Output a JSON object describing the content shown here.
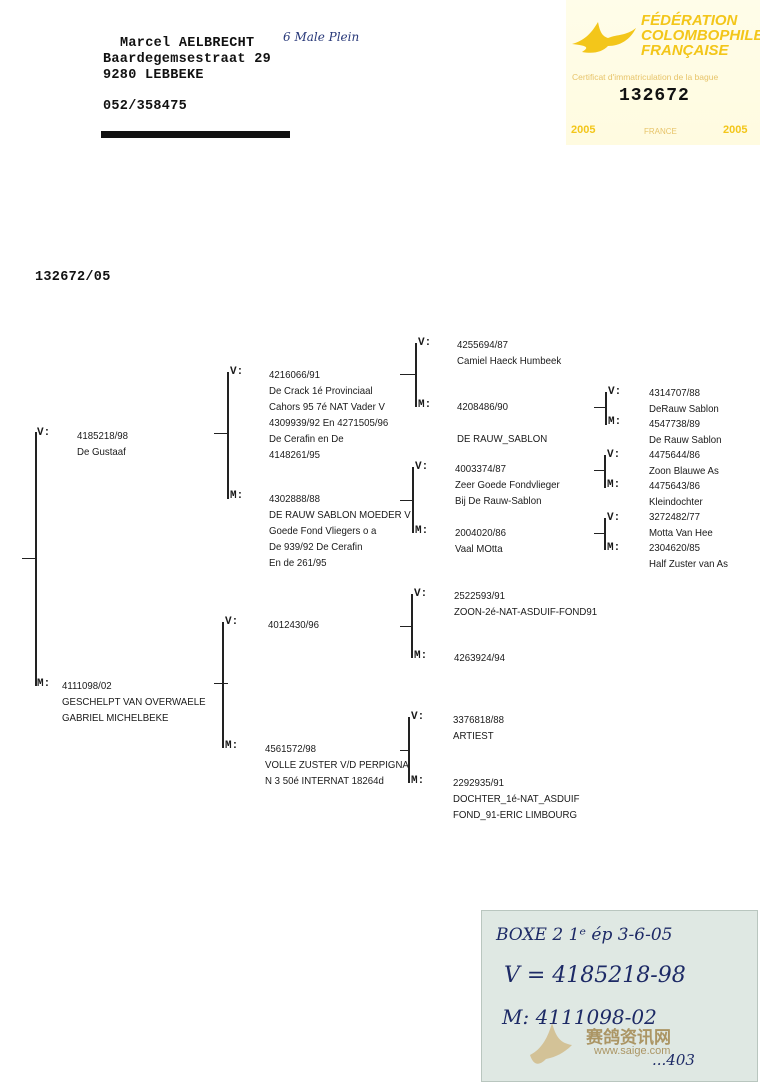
{
  "owner": {
    "first_name": "Marcel",
    "last_name": "AELBRECHT",
    "handwritten_note": "6 Male Plein",
    "street": "Baardegemsestraat 29",
    "city": "9280  LEBBEKE",
    "phone": "052/358475"
  },
  "certificate": {
    "org_line1": "FÉDÉRATION",
    "org_line2": "COLOMBOPHILE",
    "org_line3": "FRANÇAISE",
    "caption": "Certificat d'immatriculation de la bague",
    "number": "132672",
    "year_left": "2005",
    "country": "FRANCE",
    "year_right": "2005",
    "accent_color": "#f3c61a"
  },
  "pedigree_id": "132672/05",
  "pedigree": {
    "v_label": "V:",
    "m_label": "M:",
    "gen1": {
      "v": {
        "lines": [
          "4185218/98",
          "De Gustaaf"
        ]
      },
      "m": {
        "lines": [
          "4111098/02",
          "GESCHELPT VAN OVERWAELE",
          "GABRIEL MICHELBEKE"
        ]
      }
    },
    "gen2": {
      "vv": {
        "lines": [
          "4216066/91",
          "De Crack 1é Provinciaal",
          "Cahors 95 7é NAT Vader V",
          "4309939/92 En 4271505/96",
          "De Cerafin en De",
          "4148261/95"
        ]
      },
      "vm": {
        "lines": [
          "4302888/88",
          "DE RAUW SABLON MOEDER V",
          "Goede Fond Vliegers o a",
          "De 939/92 De Cerafin",
          "En de 261/95"
        ]
      },
      "mv": {
        "lines": [
          "4012430/96"
        ]
      },
      "mm": {
        "lines": [
          "4561572/98",
          "VOLLE ZUSTER V/D PERPIGNA",
          "N 3 50é INTERNAT 18264d"
        ]
      }
    },
    "gen3": {
      "vvv": {
        "lines": [
          "4255694/87",
          "Camiel Haeck Humbeek"
        ]
      },
      "vvm": {
        "lines": [
          "4208486/90"
        ],
        "extra": "DE RAUW_SABLON"
      },
      "vmv": {
        "lines": [
          "4003374/87",
          "Zeer Goede Fondvlieger",
          "Bij De Rauw-Sablon"
        ]
      },
      "vmm": {
        "lines": [
          "2004020/86",
          "Vaal MOtta"
        ]
      },
      "mvv": {
        "lines": [
          "2522593/91",
          "ZOON-2é-NAT-ASDUIF-FOND91"
        ]
      },
      "mvm": {
        "lines": [
          "4263924/94"
        ]
      },
      "mmv": {
        "lines": [
          "3376818/88",
          "ARTIEST"
        ]
      },
      "mmm": {
        "lines": [
          "2292935/91",
          "DOCHTER_1é-NAT_ASDUIF",
          "FOND_91-ERIC LIMBOURG"
        ]
      }
    },
    "gen4": {
      "a_v": {
        "lines": [
          "4314707/88",
          "DeRauw Sablon"
        ]
      },
      "a_m": {
        "lines": [
          "4547738/89",
          "De Rauw Sablon"
        ]
      },
      "b_v": {
        "lines": [
          "4475644/86",
          "Zoon Blauwe As"
        ]
      },
      "b_m": {
        "lines": [
          "4475643/86",
          "Kleindochter"
        ]
      },
      "c_v": {
        "lines": [
          "3272482/77",
          "Motta Van Hee"
        ]
      },
      "c_m": {
        "lines": [
          "2304620/85",
          "Half Zuster van As"
        ]
      }
    }
  },
  "sticky_note": {
    "line1": "BOXE 2  1ᵉ ép 3-6-05",
    "line2": "V = 4185218-98",
    "line3": "M: 4111098-02",
    "line4": "...403",
    "watermark_cn": "赛鸽资讯网",
    "watermark_url": "www.saige.com"
  }
}
